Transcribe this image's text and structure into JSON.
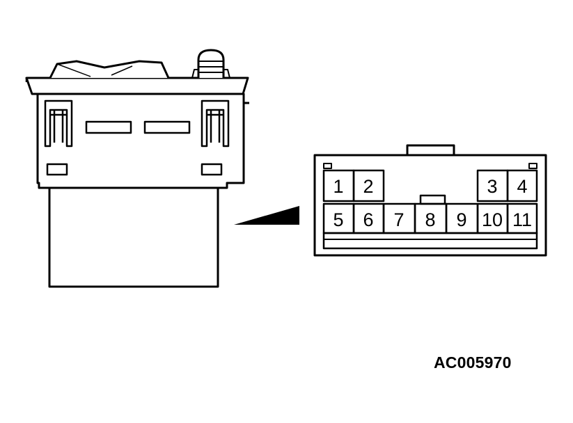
{
  "diagram": {
    "reference_code": "AC005970",
    "connector_pins": {
      "top_row": [
        "1",
        "2",
        "3",
        "4"
      ],
      "bottom_row": [
        "5",
        "6",
        "7",
        "8",
        "9",
        "10",
        "11"
      ]
    }
  }
}
